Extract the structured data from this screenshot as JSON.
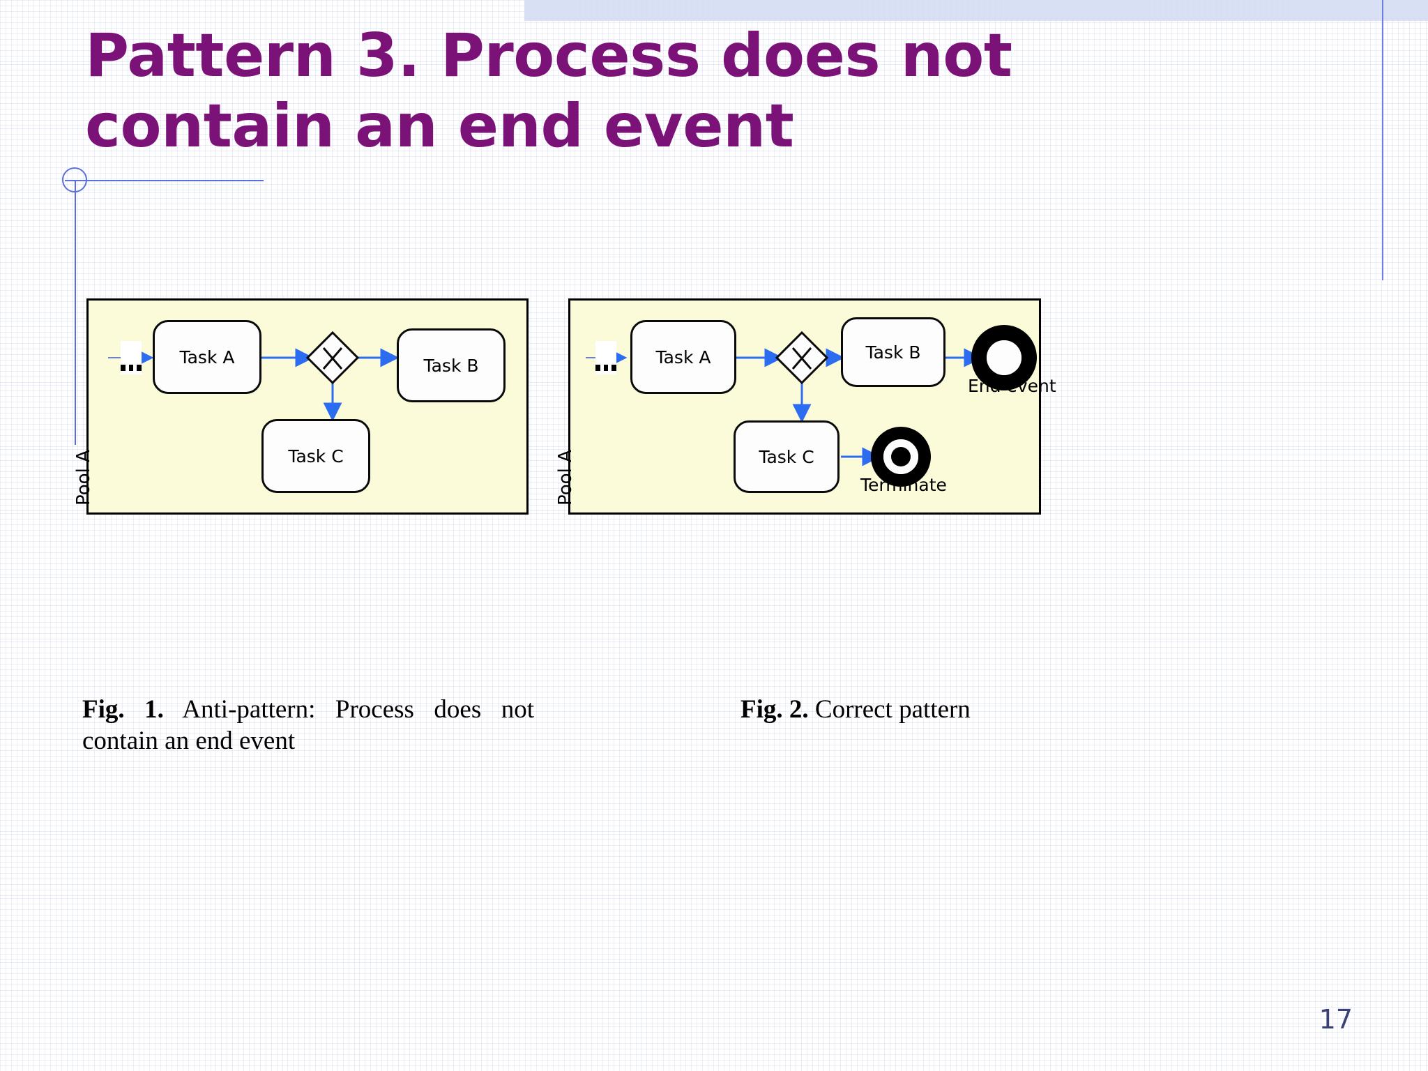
{
  "slide": {
    "title": "Pattern 3. Process does not contain an end event",
    "page_number": "17",
    "colors": {
      "title_purple": "#7b1278",
      "pool_fill": "#fbfbd9",
      "flow_blue": "#2b6cf0",
      "deco_blue": "#5b6fd8",
      "band_lavender": "#d2daf2",
      "page_number": "#3a3f74"
    }
  },
  "figure1": {
    "pool_label": "Pool A",
    "start_marker": "...",
    "tasks": {
      "a": "Task A",
      "b": "Task B",
      "c": "Task C"
    },
    "gateway": "exclusive-gateway",
    "caption_prefix": "Fig. 1.",
    "caption_text": " Anti-pattern: Process does not contain an end event"
  },
  "figure2": {
    "pool_label": "Pool A",
    "start_marker": "...",
    "tasks": {
      "a": "Task A",
      "b": "Task B",
      "c": "Task C"
    },
    "gateway": "exclusive-gateway",
    "events": {
      "end": "End event",
      "terminate": "Terminate"
    },
    "caption_prefix": "Fig. 2.",
    "caption_text": " Correct pattern"
  }
}
